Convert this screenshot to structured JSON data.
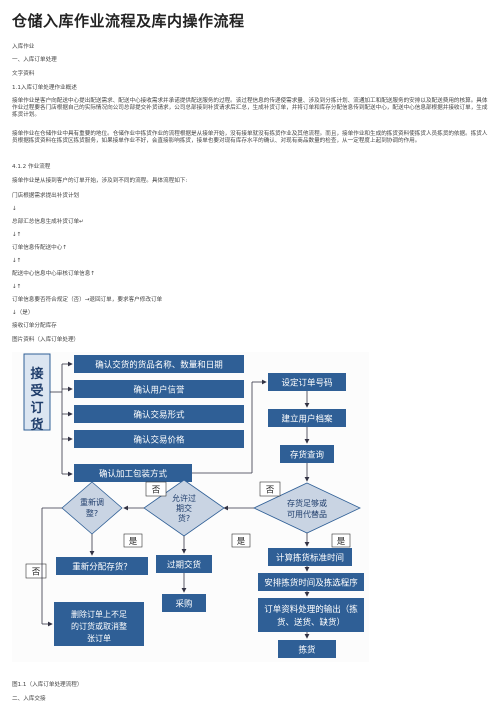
{
  "page": {
    "title": "仓储入库作业流程及库内操作流程",
    "lines": [
      "入库作业",
      "一、入库订单处理",
      "文字资料",
      "1.1入库订单处理作业概述"
    ],
    "para1": "接单作业是客户向配送中心提出配送需求、配送中心接收需求并承诺提供配送服务的过程。该过程信息的传递使需求量、涉及到分拣计划、流通加工和配送服务的安排以及配送费用的核算。具体作业过程要各门店根据自己的实际情况向公司总部提交补货请求，公司总部接到补货请求后汇总，生成补货订单，并将订单和库存分配信息传到配送中心，配送中心信息部根据并接收订单，生成拣货计划。",
    "para2": "接单作业在仓储作业中具有重要的地位。仓储作业中拣货作业的流程根据是从接单开始，没有接单就没有拣货作业及其他流程。而且，接单作业和生成的拣货资料使拣货人员拣货的依据。拣货人员根据拣货资料在拣货区拣货服务，如果接单作业不好，会直接影响拣货，接单也要对现有库存水平的确认、对现有商品数量的检查，从一定程度上起到协调的作用。",
    "lines2": [
      "4.1.2 作业流程",
      "接单作业是从接到客户的订单开始，涉及到不同的流程。具体流程如下:",
      "门店根据需求提出补货计划",
      "↓",
      "总部汇总信息生成补货订单↵",
      "↓↑",
      "订单信息传配送中心↑",
      "↓↑",
      "配送中心信息中心审核订单信息↑",
      "↓↑",
      "订单信息要否符合规定（否）→退回订单，要求客户修改订单",
      "↓（是）",
      "接收订单分配库存",
      "图片资料（入库订单处理）"
    ],
    "caption": "图1.1（入库订单处理流程）",
    "section2": "二、入库交接",
    "flowchart": {
      "receive": "接受订货",
      "confirm_goods": "确认交货的货品名称、数量和日期",
      "confirm_credit": "确认用户信誉",
      "confirm_form": "确认交易形式",
      "confirm_price": "确认交易价格",
      "confirm_pack": "确认加工包装方式",
      "set_order_no": "设定订单号码",
      "create_file": "建立用户档案",
      "stock_query": "存货查询",
      "stock_enough": "存货足够或可用代替品",
      "allow_delay": "允许过期交货？",
      "readjust": "重新调整？",
      "no1": "否",
      "no2": "否",
      "no3": "否",
      "yes1": "是",
      "yes2": "是",
      "yes3": "是",
      "realloc": "重新分配存货？",
      "delete_order": "删除订单上不足的订货或取消整张订单",
      "expired": "过期交货",
      "purchase": "采购",
      "calc_time": "计算拣货标准时间",
      "arrange": "安排拣货时间及拣选程序",
      "output": "订单资料处理的输出（拣货、送货、缺货）",
      "pick": "拣货"
    }
  },
  "colors": {
    "box_fill": "#2f5f96",
    "box_text": "#ffffff",
    "receive_fill": "#dbe5f1",
    "receive_text": "#1f3d6b",
    "diamond_fill": "#c9d4e3",
    "arrow": "#334"
  }
}
